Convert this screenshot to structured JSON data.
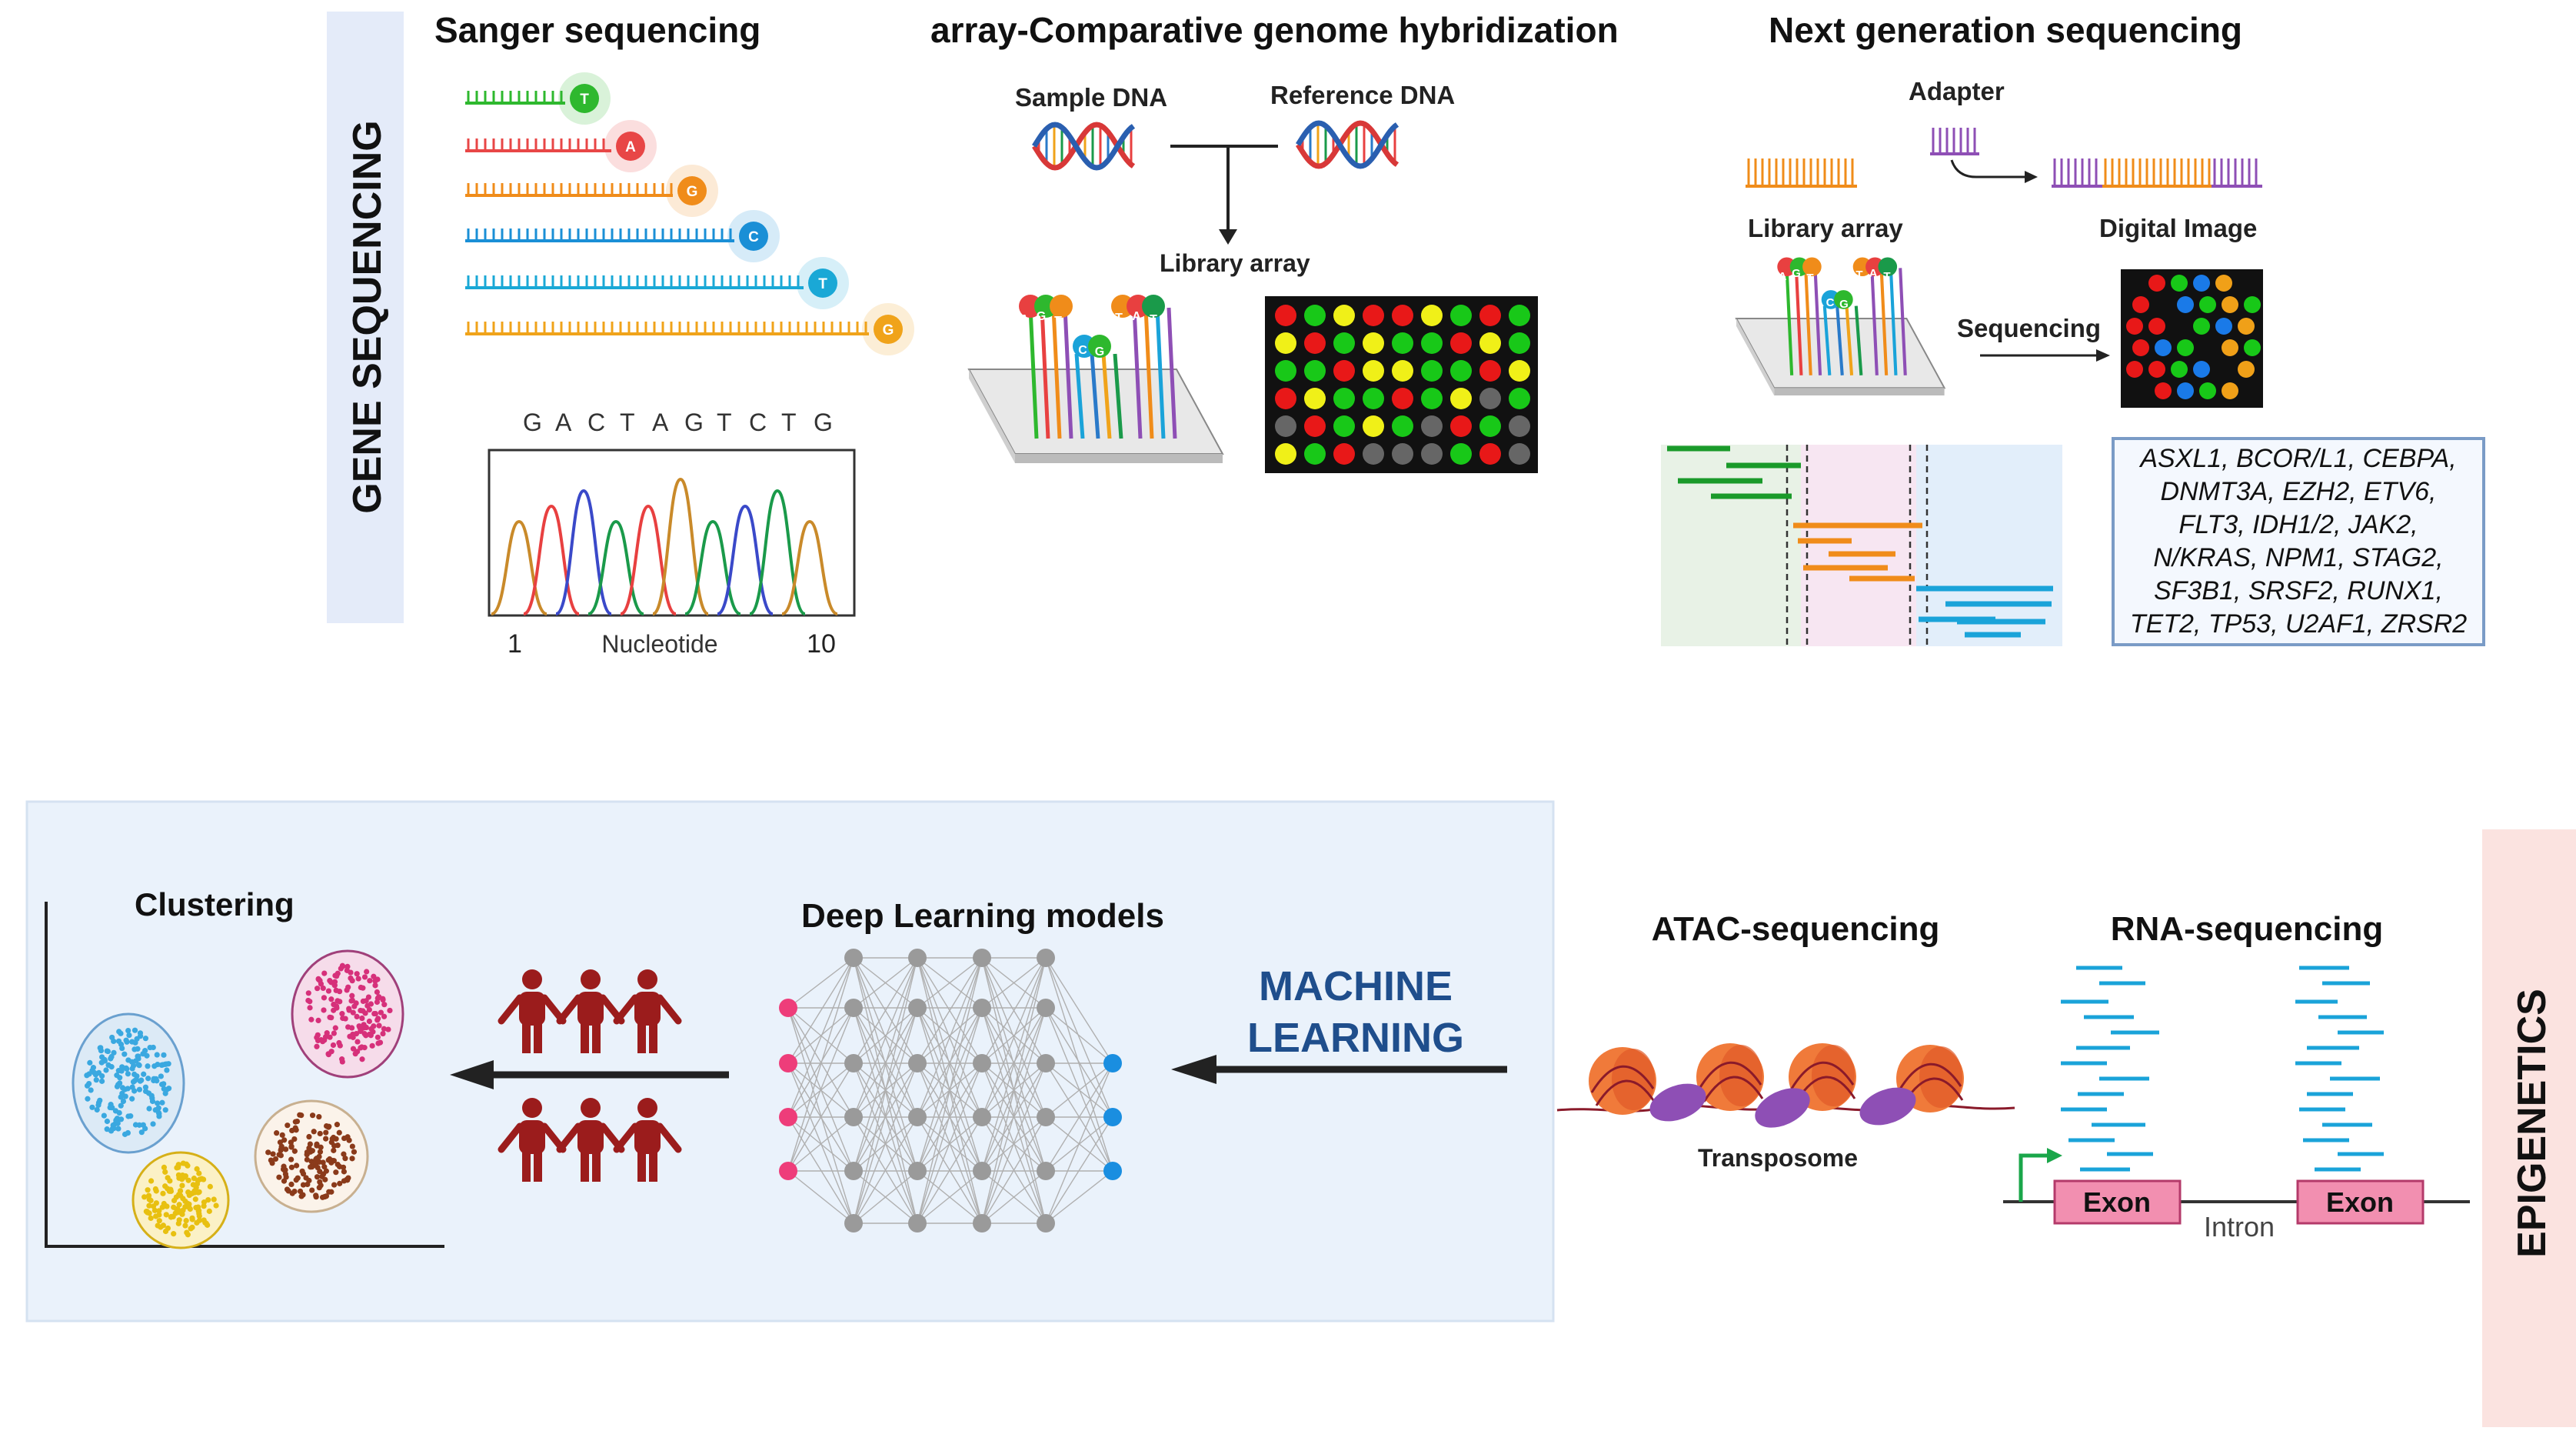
{
  "sections": {
    "gene_sequencing": "GENE SEQUENCING",
    "epigenetics": "EPIGENETICS"
  },
  "sanger": {
    "title": "Sanger sequencing",
    "fragment_tags": [
      "T",
      "A",
      "G",
      "C",
      "T",
      "G"
    ],
    "fragment_colors": [
      "#2eb82e",
      "#e84646",
      "#f08c1a",
      "#1a8fd6",
      "#1aa8d6",
      "#f0a31a"
    ],
    "read_sequence": [
      "G",
      "A",
      "C",
      "T",
      "A",
      "G",
      "T",
      "C",
      "T",
      "G"
    ],
    "axis_start": "1",
    "axis_end": "10",
    "axis_label": "Nucleotide"
  },
  "acgh": {
    "title": "array-Comparative genome hybridization",
    "sample_label": "Sample DNA",
    "reference_label": "Reference DNA",
    "library_label": "Library array",
    "probe_tags": [
      "A",
      "G",
      "T",
      "C",
      "G",
      "T",
      "A",
      "T"
    ]
  },
  "ngs": {
    "title": "Next generation sequencing",
    "adapter_label": "Adapter",
    "library_label": "Library array",
    "digital_image_label": "Digital Image",
    "sequencing_label": "Sequencing",
    "probe_tags": [
      "A",
      "G",
      "T",
      "C",
      "G",
      "T",
      "A",
      "T"
    ],
    "gene_lines": [
      "ASXL1, BCOR/L1, CEBPA,",
      "DNMT3A, EZH2, ETV6,",
      "FLT3, IDH1/2, JAK2,",
      "N/KRAS, NPM1, STAG2,",
      "SF3B1, SRSF2, RUNX1,",
      "TET2, TP53, U2AF1, ZRSR2"
    ]
  },
  "machine_learning": {
    "clustering_label": "Clustering",
    "deep_learning_label": "Deep Learning models",
    "ml_line1": "MACHINE",
    "ml_line2": "LEARNING"
  },
  "epigenetics": {
    "atac_title": "ATAC-sequencing",
    "rna_title": "RNA-sequencing",
    "transposome_label": "Transposome",
    "exon1_label": "Exon",
    "exon2_label": "Exon",
    "intron_label": "Intron"
  },
  "colors": {
    "gene_band": "#e4ebf9",
    "epi_band": "#fbe3e0",
    "ml_panel": "#eaf2fb",
    "ml_title": "#1f4e8c",
    "person": "#9b1c1c",
    "exon_fill": "#f28fb0",
    "read_blue": "#1aa3d9",
    "nucleosome": "#f07a3a",
    "transposase": "#8e4fb5"
  }
}
